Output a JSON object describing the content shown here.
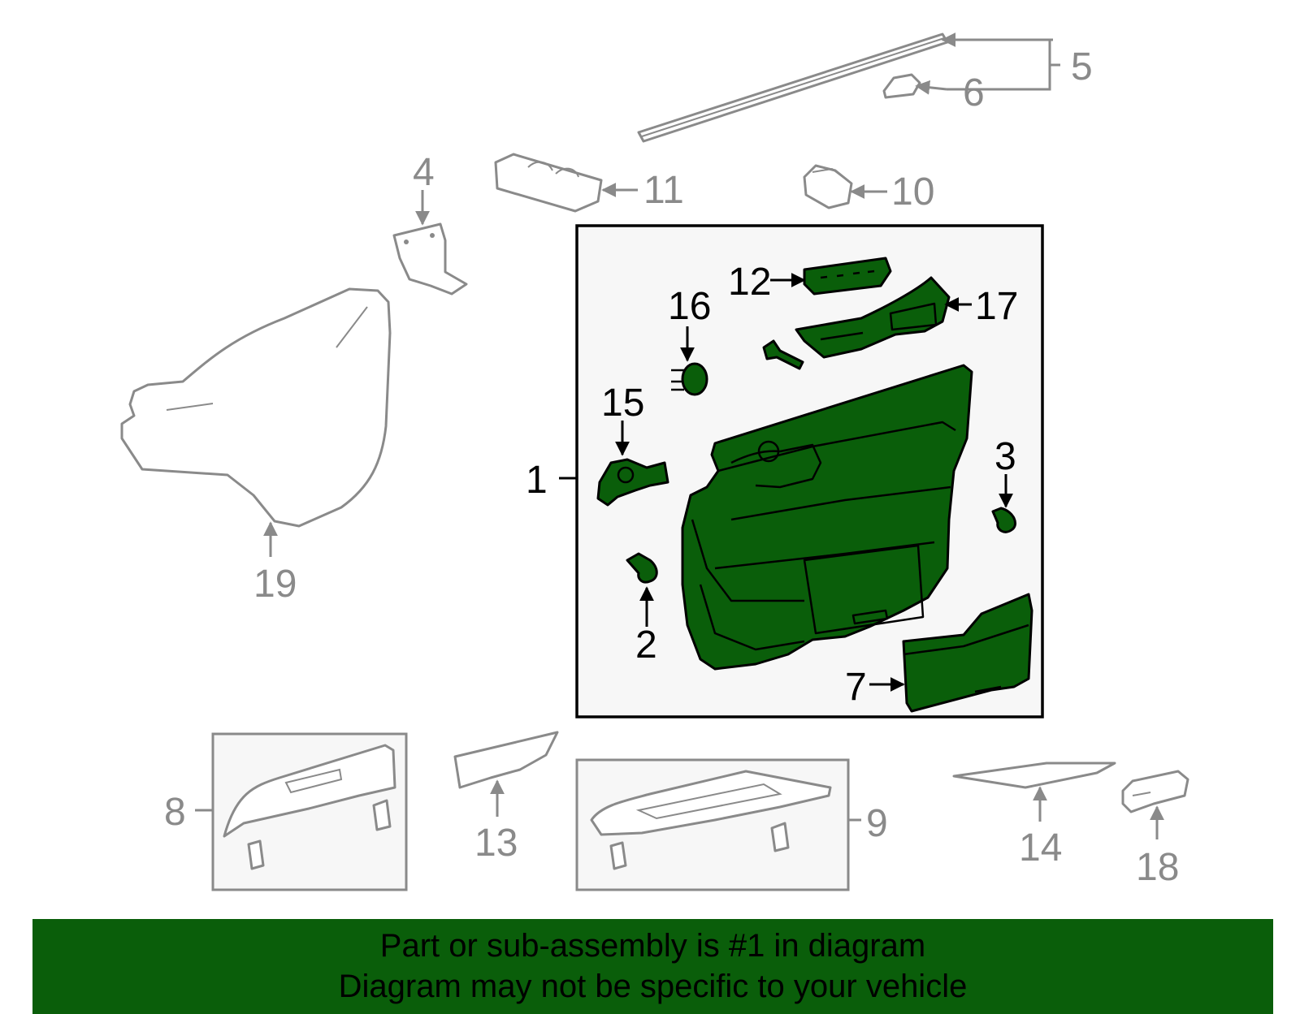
{
  "callouts": {
    "c1": "1",
    "c2": "2",
    "c3": "3",
    "c4": "4",
    "c5": "5",
    "c6": "6",
    "c7": "7",
    "c8": "8",
    "c9": "9",
    "c10": "10",
    "c11": "11",
    "c12": "12",
    "c13": "13",
    "c14": "14",
    "c15": "15",
    "c16": "16",
    "c17": "17",
    "c18": "18",
    "c19": "19"
  },
  "colors": {
    "highlight_fill": "#0a5e0a",
    "grey_line": "#8a8a8a",
    "inset_bg": "#f7f7f7"
  },
  "banner": {
    "line1": "Part or sub-assembly is #1 in diagram",
    "line2": "Diagram may not be specific to your vehicle"
  }
}
